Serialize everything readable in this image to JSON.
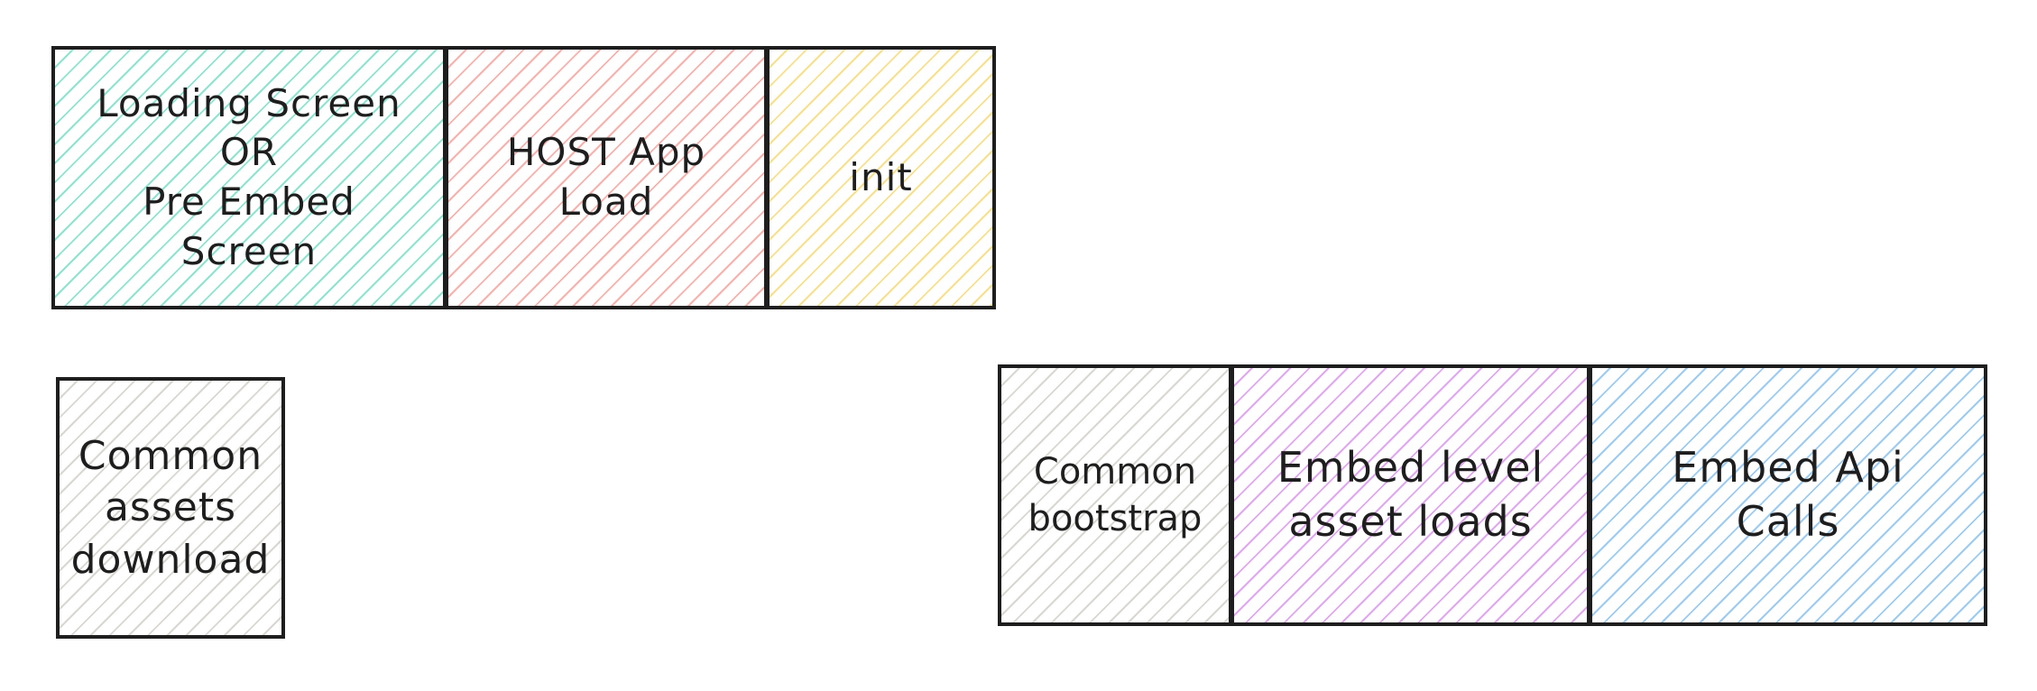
{
  "diagram": {
    "boxes": [
      {
        "id": "loading-screen",
        "label": "Loading Screen\nOR\nPre Embed\nScreen",
        "color": "#8fe3cf"
      },
      {
        "id": "host-app-load",
        "label": "HOST App\nLoad",
        "color": "#f6b2ad"
      },
      {
        "id": "init",
        "label": "init",
        "color": "#f7e08e"
      },
      {
        "id": "common-assets-download",
        "label": "Common\nassets\ndownload",
        "color": "#d9d7d2"
      },
      {
        "id": "common-bootstrap",
        "label": "Common\nbootstrap",
        "color": "#d9d7d2"
      },
      {
        "id": "embed-level-asset-loads",
        "label": "Embed level\nasset loads",
        "color": "#dfa8ee"
      },
      {
        "id": "embed-api-calls",
        "label": "Embed Api\nCalls",
        "color": "#9ecbef"
      }
    ],
    "stroke_color": "#1e1e1e",
    "background_color": "#ffffff"
  }
}
